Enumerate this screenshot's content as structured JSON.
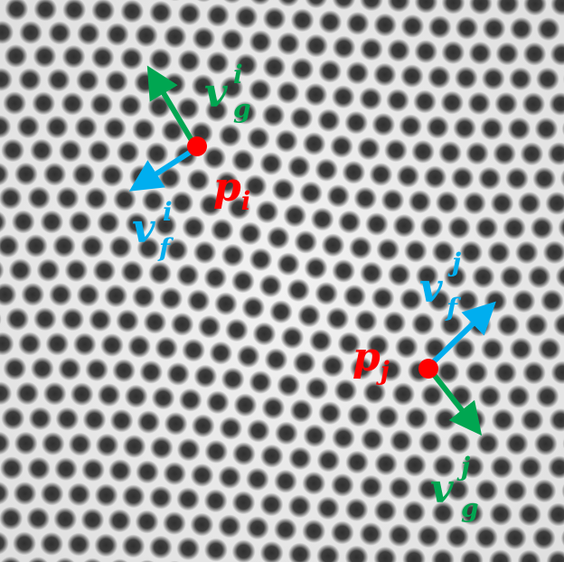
{
  "colors": {
    "background": "#ececec",
    "dot": "#3a3a3a",
    "point": "#ff0000",
    "gradient_vector": "#00a651",
    "flow_vector": "#00aeef"
  },
  "points": [
    {
      "label_main": "p",
      "label_sub": "i",
      "gradient_label": "v",
      "gradient_sub": "g",
      "gradient_sup": "i",
      "flow_label": "v",
      "flow_sub": "f",
      "flow_sup": "i"
    },
    {
      "label_main": "p",
      "label_sub": "j",
      "gradient_label": "v",
      "gradient_sub": "g",
      "gradient_sup": "j",
      "flow_label": "v",
      "flow_sub": "f",
      "flow_sup": "j"
    }
  ]
}
